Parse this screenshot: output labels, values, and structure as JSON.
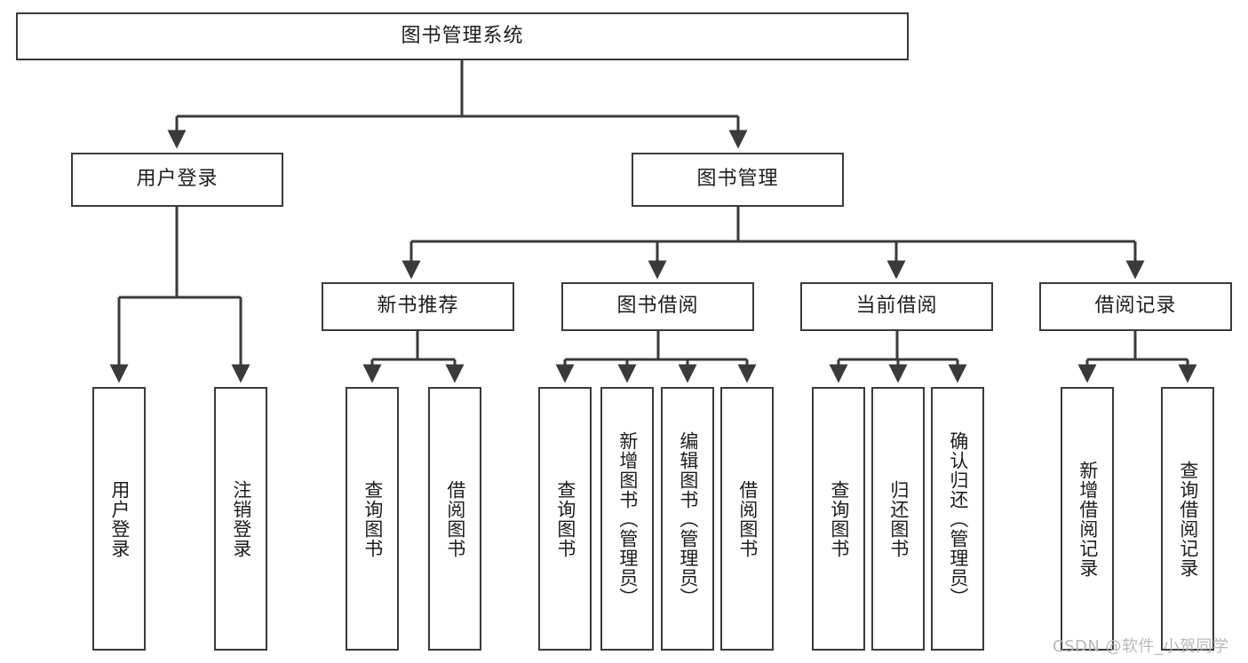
{
  "diagram": {
    "type": "tree-hierarchy",
    "title": "图书管理系统",
    "watermark": "CSDN @软件_小贺同学",
    "colors": {
      "background": "#ffffff",
      "stroke": "#3a3a3a",
      "text": "#1d1d1d",
      "watermark": "#b8b8b8"
    },
    "levels": {
      "root": {
        "label": "图书管理系统"
      },
      "level2": [
        {
          "label": "用户登录"
        },
        {
          "label": "图书管理"
        }
      ],
      "level3": [
        {
          "label": "新书推荐"
        },
        {
          "label": "图书借阅"
        },
        {
          "label": "当前借阅"
        },
        {
          "label": "借阅记录"
        }
      ],
      "leaves_user_login": [
        {
          "label": "用户登录"
        },
        {
          "label": "注销登录"
        }
      ],
      "leaves_new_book": [
        {
          "label": "查询图书"
        },
        {
          "label": "借阅图书"
        }
      ],
      "leaves_borrow": [
        {
          "label": "查询图书"
        },
        {
          "label": "新增图书（管理员）"
        },
        {
          "label": "编辑图书（管理员）"
        },
        {
          "label": "借阅图书"
        }
      ],
      "leaves_current": [
        {
          "label": "查询图书"
        },
        {
          "label": "归还图书"
        },
        {
          "label": "确认归还（管理员）"
        }
      ],
      "leaves_records": [
        {
          "label": "新增借阅记录"
        },
        {
          "label": "查询借阅记录"
        }
      ]
    }
  }
}
